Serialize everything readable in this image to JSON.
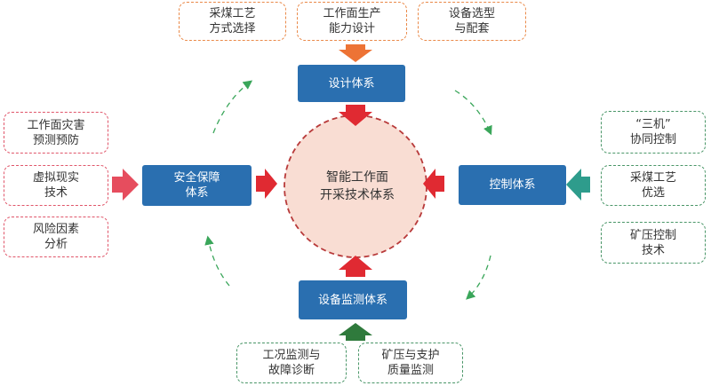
{
  "center": {
    "label": "智能工作面\n开采技术体系"
  },
  "systems": {
    "design": "设计体系",
    "safety": "安全保障\n体系",
    "control": "控制体系",
    "monitoring": "设备监测体系"
  },
  "design_inputs": [
    "采煤工艺\n方式选择",
    "工作面生产\n能力设计",
    "设备选型\n与配套"
  ],
  "safety_inputs": [
    "工作面灾害\n预测预防",
    "虚拟现实\n技术",
    "风险因素\n分析"
  ],
  "control_inputs": [
    "“三机”\n协同控制",
    "采煤工艺\n优选",
    "矿压控制\n技术"
  ],
  "monitoring_inputs": [
    "工况监测与\n故障诊断",
    "矿压与支护\n质量监测"
  ],
  "colors": {
    "system_box": "#2a6fb0",
    "center_fill": "#f9ddd3",
    "center_border": "#b83a3a",
    "arrow_red": "#e02a32",
    "arrow_orange": "#ed7335",
    "arrow_pink": "#e64d5e",
    "arrow_teal": "#2e9c8c",
    "arrow_green": "#2f7a3c",
    "cycle_arrows": "#3aa65a"
  }
}
